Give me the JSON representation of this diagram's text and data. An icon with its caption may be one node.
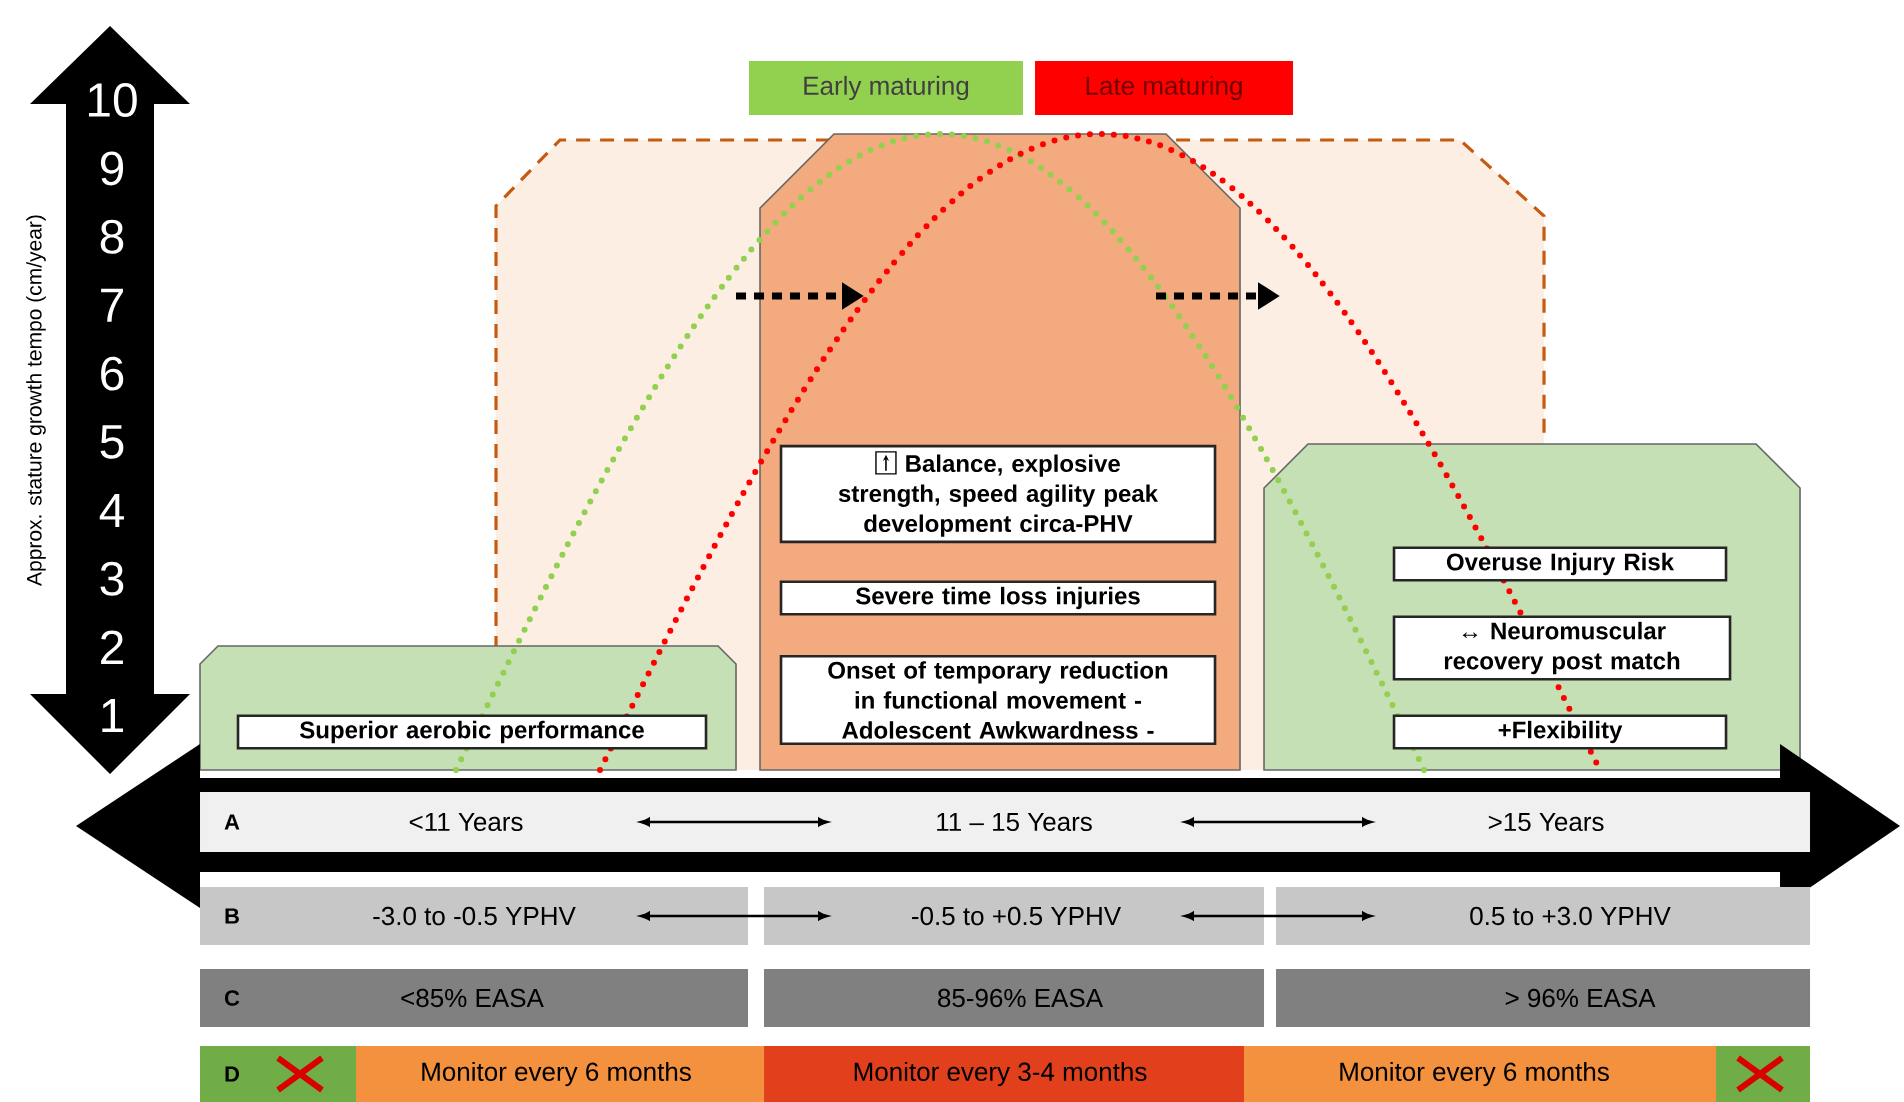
{
  "diagram": {
    "nodes": [
      {
        "text": [],
        "shape": "box"
      },
      {
        "text": [
          "Superior aerobic performance"
        ],
        "in": 0
      },
      {
        "text": [],
        "shape": "box"
      },
      {
        "text": [
          "Balance, explosive strength, speed agility peak development circa-PHV"
        ],
        "in": 2
      },
      {
        "text": [
          "Severe time loss injuries"
        ],
        "in": 2
      },
      {
        "text": [
          "Onset of temporary reduction in functional movement - Adolescent Awkwardness -"
        ],
        "in": 2
      },
      {
        "text": [],
        "shape": "box"
      },
      {
        "text": [
          "Overuse Injury Risk"
        ],
        "in": 6
      },
      {
        "text": [
          "↔ Neuromuscular recovery post match"
        ],
        "in": 6
      },
      {
        "text": [
          "+Flexibility"
        ],
        "in": 6
      }
    ],
    "labels": [
      "Approx. stature growth tempo (cm/year)",
      "10",
      "9",
      "8",
      "7",
      "6",
      "5",
      "4",
      "3",
      "2",
      "1",
      "A",
      "<11 Years",
      "11 – 15 Years",
      ">15 Years",
      "B",
      "-3.0 to -0.5 YPHV",
      "-0.5 to +0.5 YPHV",
      "0.5 to +3.0 YPHV",
      "C",
      "<85% EASA",
      "85-96% EASA",
      "> 96% EASA",
      "D",
      "Monitor every 6 months",
      "Monitor every 3-4 months",
      "Monitor every 6 months"
    ],
    "legend": [
      {
        "text": "Early maturing",
        "color": "#92d050"
      },
      {
        "text": "Late maturing",
        "color": "#ff0000"
      }
    ]
  }
}
